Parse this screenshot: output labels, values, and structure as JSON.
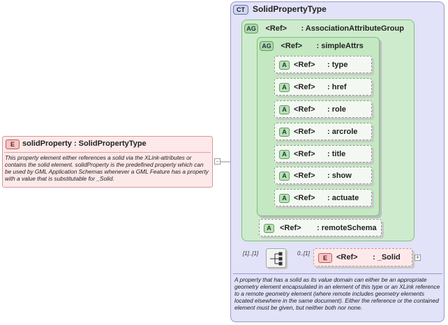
{
  "complex_type": {
    "badge": "CT",
    "title": "SolidPropertyType",
    "documentation": "A property that has a solid as its value domain can either be an appropriate geometry element encapsulated in an element of this type or an XLink reference to a remote geometry element (where remote includes geometry elements located elsewhere in the same document). Either the reference or the contained element must be given, but neither both nor none."
  },
  "outer_group": {
    "badge": "AG",
    "ref": "<Ref>",
    "name": ": AssociationAttributeGroup"
  },
  "inner_group": {
    "badge": "AG",
    "ref": "<Ref>",
    "name": ": simpleAttrs"
  },
  "attributes": [
    {
      "badge": "A",
      "ref": "<Ref>",
      "name": ": type"
    },
    {
      "badge": "A",
      "ref": "<Ref>",
      "name": ": href"
    },
    {
      "badge": "A",
      "ref": "<Ref>",
      "name": ": role"
    },
    {
      "badge": "A",
      "ref": "<Ref>",
      "name": ": arcrole"
    },
    {
      "badge": "A",
      "ref": "<Ref>",
      "name": ": title"
    },
    {
      "badge": "A",
      "ref": "<Ref>",
      "name": ": show"
    },
    {
      "badge": "A",
      "ref": "<Ref>",
      "name": ": actuate"
    }
  ],
  "remote_schema": {
    "badge": "A",
    "ref": "<Ref>",
    "name": ": remoteSchema"
  },
  "element": {
    "badge": "E",
    "title": "solidProperty  : SolidPropertyType",
    "documentation": "This property element either references a solid via the XLink-attributes or contains the solid element. solidProperty is the predefined property which can be used by GML Application Schemas whenever a GML Feature has a property with a value that is substitutable for _Solid."
  },
  "sequence": {
    "multiplicity": "[1]..[1]"
  },
  "solid_ref": {
    "badge": "E",
    "ref": "<Ref>",
    "name": ": _Solid",
    "multiplicity": "0..[1]"
  },
  "expander_symbol": "-",
  "expander_plus": "+"
}
